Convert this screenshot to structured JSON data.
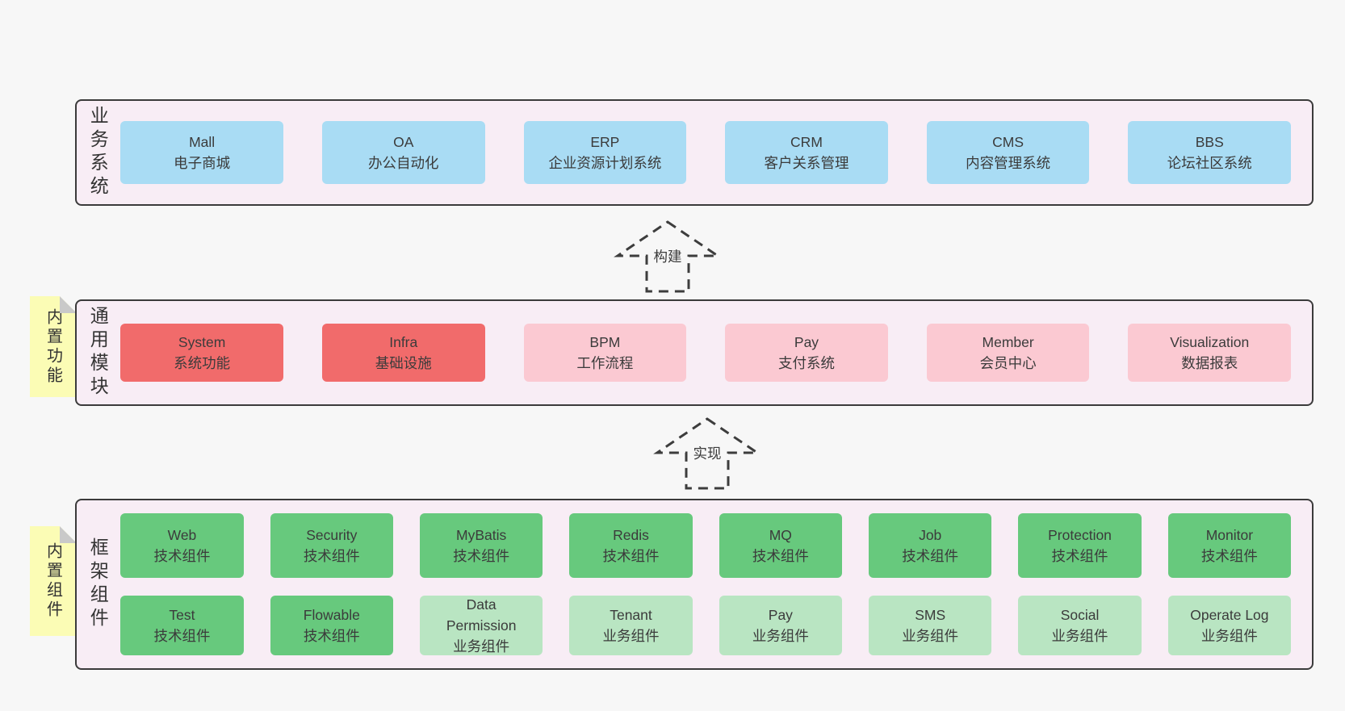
{
  "colors": {
    "page_bg": "#f7f7f7",
    "panel_bg": "#f8edf5",
    "panel_border": "#3b3b3b",
    "box_blue": "#a9dcf4",
    "box_red": "#f16b6b",
    "box_pink": "#fbc9d2",
    "box_green": "#67c97d",
    "box_green_light": "#b9e5c2",
    "note_yellow": "#fbfcb5",
    "note_fold": "#c9c9c9",
    "text": "#3b3b3b",
    "arrow": "#3d3d3d"
  },
  "arrows": [
    {
      "label": "构建"
    },
    {
      "label": "实现"
    }
  ],
  "panels": [
    {
      "label": "业务系统",
      "rows": [
        [
          {
            "name": "Mall",
            "desc": "电子商城",
            "variant": "blue"
          },
          {
            "name": "OA",
            "desc": "办公自动化",
            "variant": "blue"
          },
          {
            "name": "ERP",
            "desc": "企业资源计划系统",
            "variant": "blue"
          },
          {
            "name": "CRM",
            "desc": "客户关系管理",
            "variant": "blue"
          },
          {
            "name": "CMS",
            "desc": "内容管理系统",
            "variant": "blue"
          },
          {
            "name": "BBS",
            "desc": "论坛社区系统",
            "variant": "blue"
          }
        ]
      ]
    },
    {
      "label": "通用模块",
      "note": "内置功能",
      "rows": [
        [
          {
            "name": "System",
            "desc": "系统功能",
            "variant": "red"
          },
          {
            "name": "Infra",
            "desc": "基础设施",
            "variant": "red"
          },
          {
            "name": "BPM",
            "desc": "工作流程",
            "variant": "pink"
          },
          {
            "name": "Pay",
            "desc": "支付系统",
            "variant": "pink"
          },
          {
            "name": "Member",
            "desc": "会员中心",
            "variant": "pink"
          },
          {
            "name": "Visualization",
            "desc": "数据报表",
            "variant": "pink"
          }
        ]
      ]
    },
    {
      "label": "框架组件",
      "note": "内置组件",
      "rows": [
        [
          {
            "name": "Web",
            "desc": "技术组件",
            "variant": "green"
          },
          {
            "name": "Security",
            "desc": "技术组件",
            "variant": "green"
          },
          {
            "name": "MyBatis",
            "desc": "技术组件",
            "variant": "green"
          },
          {
            "name": "Redis",
            "desc": "技术组件",
            "variant": "green"
          },
          {
            "name": "MQ",
            "desc": "技术组件",
            "variant": "green"
          },
          {
            "name": "Job",
            "desc": "技术组件",
            "variant": "green"
          },
          {
            "name": "Protection",
            "desc": "技术组件",
            "variant": "green"
          },
          {
            "name": "Monitor",
            "desc": "技术组件",
            "variant": "green"
          }
        ],
        [
          {
            "name": "Test",
            "desc": "技术组件",
            "variant": "green"
          },
          {
            "name": "Flowable",
            "desc": "技术组件",
            "variant": "green"
          },
          {
            "name": "Data\nPermission",
            "desc": "业务组件",
            "variant": "green-light"
          },
          {
            "name": "Tenant",
            "desc": "业务组件",
            "variant": "green-light"
          },
          {
            "name": "Pay",
            "desc": "业务组件",
            "variant": "green-light"
          },
          {
            "name": "SMS",
            "desc": "业务组件",
            "variant": "green-light"
          },
          {
            "name": "Social",
            "desc": "业务组件",
            "variant": "green-light"
          },
          {
            "name": "Operate Log",
            "desc": "业务组件",
            "variant": "green-light"
          }
        ]
      ]
    }
  ]
}
